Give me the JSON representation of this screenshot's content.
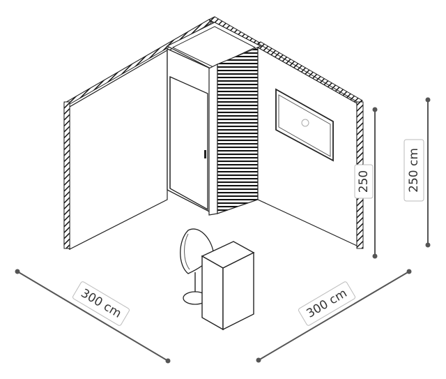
{
  "dimensions": {
    "left_width": "300 cm",
    "right_width": "300 cm",
    "height_inner": "250",
    "height_outer": "250 cm"
  },
  "colors": {
    "line": "#222222",
    "dimension_line": "#555555",
    "label_border": "#bbbbbb",
    "label_text": "#333333"
  }
}
